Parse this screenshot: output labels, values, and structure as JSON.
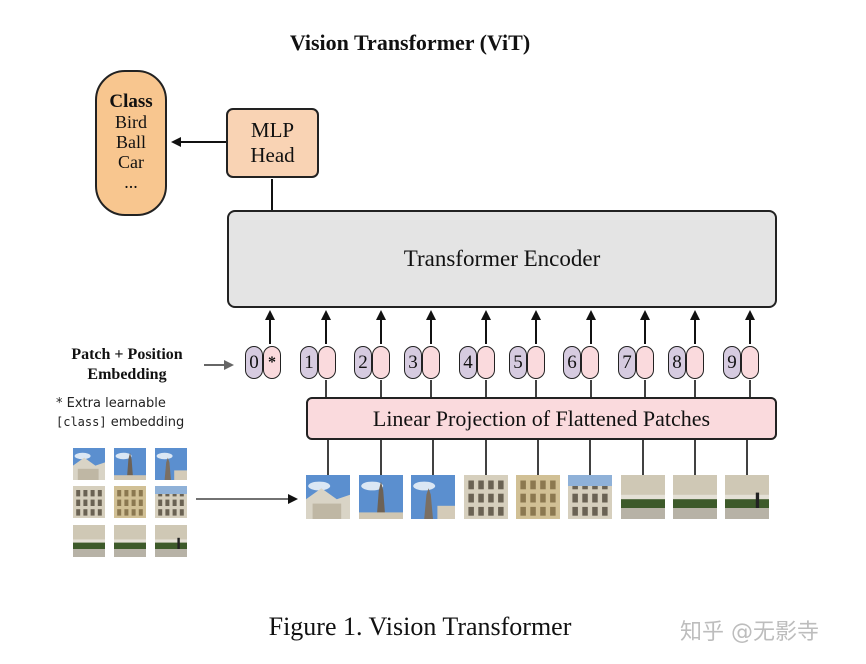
{
  "title": "Vision Transformer (ViT)",
  "class_box": {
    "heading": "Class",
    "items": [
      "Bird",
      "Ball",
      "Car",
      "..."
    ]
  },
  "mlp_head": {
    "line1": "MLP",
    "line2": "Head"
  },
  "encoder": {
    "label": "Transformer Encoder"
  },
  "linear_projection": {
    "label": "Linear Projection of Flattened Patches"
  },
  "patch_position_label": {
    "line1": "Patch + Position",
    "line2": "Embedding"
  },
  "note": {
    "line1": "* Extra learnable",
    "line2_mono": "[class]",
    "line2_rest": " embedding"
  },
  "tokens": [
    "0",
    "1",
    "2",
    "3",
    "4",
    "5",
    "6",
    "7",
    "8",
    "9"
  ],
  "class_token_symbol": "*",
  "caption": "Figure 1. Vision Transformer",
  "watermark": "知乎 @无影寺",
  "colors": {
    "class_box": "#f8c68f",
    "mlp_head": "#f9d3b4",
    "encoder": "#e4e4e4",
    "projection": "#fadadd",
    "position_token": "#d6cbe0",
    "embedding_token": "#fadadd"
  }
}
